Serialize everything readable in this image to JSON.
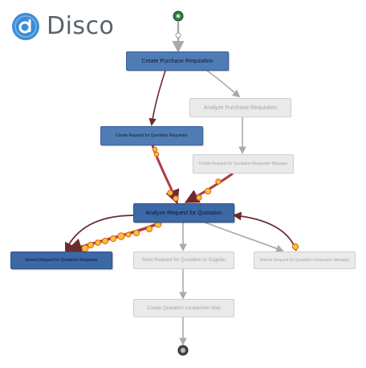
{
  "logo": {
    "text": "Disco"
  },
  "nodes": {
    "create_purchase_requisition": "Create Purchase Requisition",
    "analyze_purchase_requisition": "Analyze Purchase Requisiton",
    "create_rfq_requester": "Create Request for Quotation Requester",
    "create_rfq_requester_manager": "Create Request for Quotation Requester Manager",
    "analyze_rfq": "Analyze Request for Quotation",
    "amend_rfq_requester": "Amend Request for Quotation Requester",
    "send_rfq_to_supplier": "Send Request for Quotation to Supplier",
    "amend_rfq_requester_manager": "Amend Request for Quotation Requester Manager",
    "create_quotation_comparison_map": "Create Quotation comparison Map"
  },
  "colors": {
    "active_node": "#4f7cb4",
    "dark_node": "#3d68a6",
    "inactive_node": "#eaeaea",
    "active_edge": "#6b2a2e",
    "inactive_edge": "#a9a9a9",
    "animation_path": "#b23b3f",
    "token_fill": "#f4c430",
    "token_stroke": "#e0601f",
    "start_marker": "#2f7a3a",
    "logo_blue": "#3c8dd8"
  }
}
